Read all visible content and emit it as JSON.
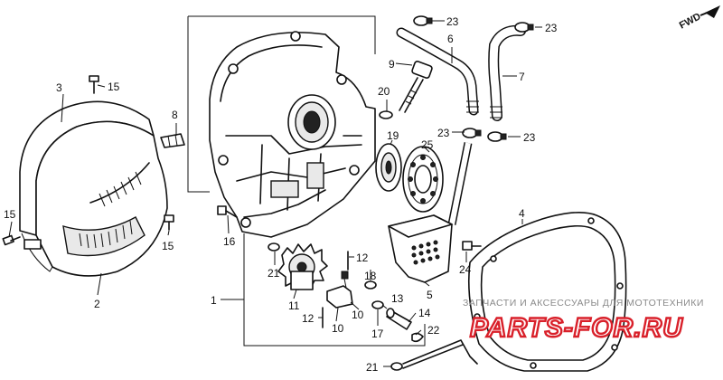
{
  "direction_label": "FWD",
  "watermark": {
    "subtitle": "ЗАПЧАСТИ И АКСЕССУАРЫ ДЛЯ МОТОТЕХНИКИ",
    "brand": "PARTS-FOR.RU",
    "brand_color": "#d9202a"
  },
  "callouts": {
    "c1": "1",
    "c2": "2",
    "c3": "3",
    "c4": "4",
    "c5": "5",
    "c6": "6",
    "c7": "7",
    "c8": "8",
    "c9": "9",
    "c10a": "10",
    "c10b": "10",
    "c11": "11",
    "c12a": "12",
    "c12b": "12",
    "c13": "13",
    "c14": "14",
    "c15a": "15",
    "c15b": "15",
    "c15c": "15",
    "c16": "16",
    "c17": "17",
    "c18": "18",
    "c19": "19",
    "c20": "20",
    "c21a": "21",
    "c21b": "21",
    "c22": "22",
    "c23a": "23",
    "c23b": "23",
    "c23c": "23",
    "c23d": "23",
    "c24": "24",
    "c25": "25"
  }
}
